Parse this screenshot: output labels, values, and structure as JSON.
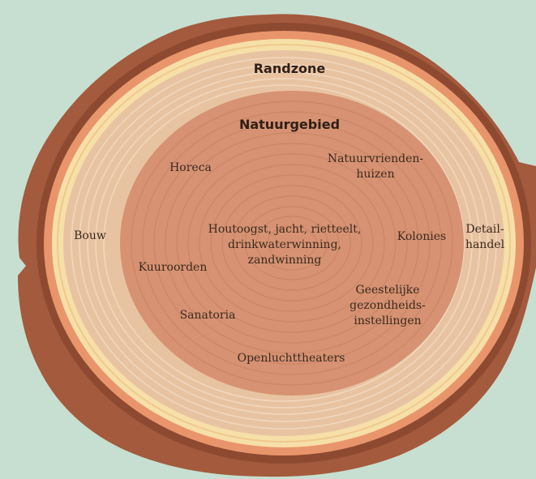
{
  "colors": {
    "background": "#c7dfd1",
    "bark": "#a45a3d",
    "bark_dark": "#7a3f2a",
    "outer_ring": "#e9956b",
    "sapwood_light": "#f7dfa8",
    "outer_zone": "#e8c3a2",
    "inner_zone": "#d69272"
  },
  "zones": {
    "outer": "Randzone",
    "inner": "Natuurgebied"
  },
  "labels": {
    "horeca": "Horeca",
    "natuurvrienden_1": "Natuurvrienden-",
    "natuurvrienden_2": "huizen",
    "bouw": "Bouw",
    "houtoogst_1": "Houtoogst, jacht, rietteelt,",
    "houtoogst_2": "drinkwaterwinning,",
    "houtoogst_3": "zandwinning",
    "kolonies": "Kolonies",
    "detail_1": "Detail-",
    "detail_2": "handel",
    "kuuroorden": "Kuuroorden",
    "geestelijke_1": "Geestelijke",
    "geestelijke_2": "gezondheids-",
    "geestelijke_3": "instellingen",
    "sanatoria": "Sanatoria",
    "openluchttheaters": "Openluchttheaters"
  }
}
